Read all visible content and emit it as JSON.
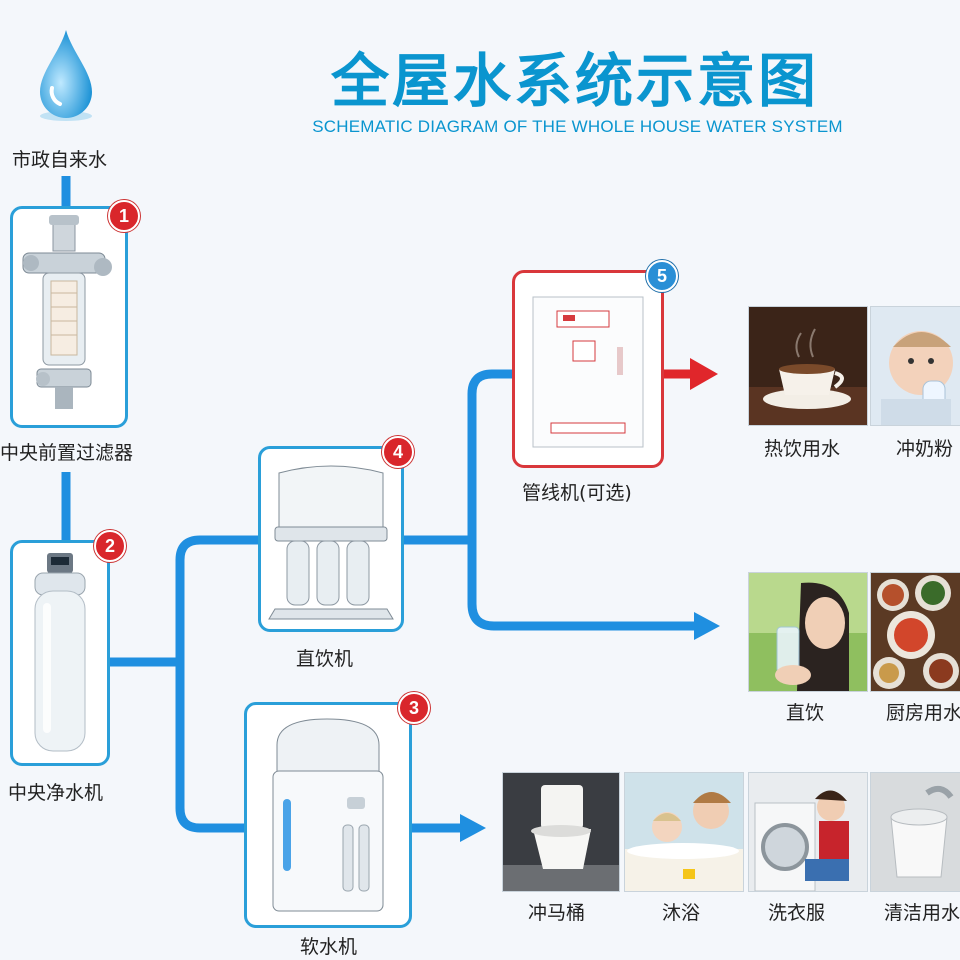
{
  "header": {
    "title": "全屋水系统示意图",
    "subtitle": "SCHEMATIC DIAGRAM OF THE WHOLE HOUSE WATER SYSTEM"
  },
  "source": {
    "label": "市政自来水"
  },
  "devices": [
    {
      "number": "1",
      "label": "中央前置过滤器"
    },
    {
      "number": "2",
      "label": "中央净水机"
    },
    {
      "number": "3",
      "label": "软水机"
    },
    {
      "number": "4",
      "label": "直饮机"
    },
    {
      "number": "5",
      "label": "管线机(可选)"
    }
  ],
  "uses": {
    "hot": [
      "热饮用水",
      "冲奶粉"
    ],
    "drink": [
      "直饮",
      "厨房用水"
    ],
    "soft": [
      "冲马桶",
      "沐浴",
      "洗衣服",
      "清洁用水"
    ]
  },
  "colors": {
    "pipe": "#1f8fe0",
    "hot_pipe": "#e0262b",
    "accent": "#0a95cf",
    "card_border": "#2a9fd9"
  }
}
